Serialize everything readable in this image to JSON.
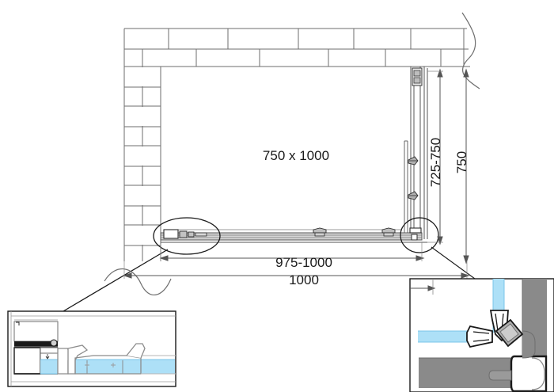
{
  "drawing": {
    "title_label": "750 x 1000",
    "labels": {
      "interior_size": "750 x 1000",
      "vertical_range": "725-750",
      "vertical_nominal": "750",
      "horizontal_range": "975-1000",
      "horizontal_nominal": "1000"
    },
    "colors": {
      "line": "#2b2b2b",
      "thin_line": "#555555",
      "glass": "#ade0f7",
      "glass_edge": "#79c4e8",
      "wall_fill": "#8a8a8a",
      "profile_fill": "#b8b8b8",
      "hardware_fill": "#9a9a9a",
      "background": "#ffffff"
    },
    "elements": {
      "brick_wall_name": "brick-wall",
      "enclosure_name": "shower-enclosure",
      "detail_circle_left": "detail-callout-left",
      "detail_circle_right": "detail-callout-right",
      "detail_inset_bottom_left": "detail-view-bottom-left",
      "detail_inset_bottom_right": "detail-view-bottom-right",
      "break_line_top_right": "break-line",
      "break_line_bottom_left": "break-line"
    }
  }
}
